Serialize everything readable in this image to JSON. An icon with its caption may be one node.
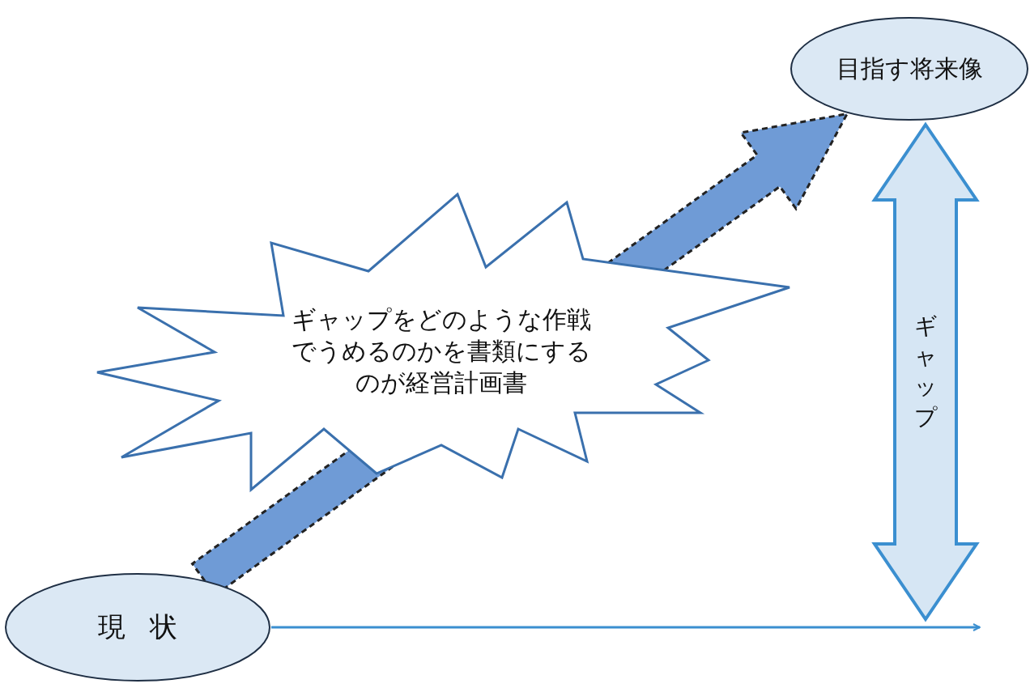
{
  "diagram": {
    "nodes": [
      {
        "text": [
          "現状"
        ]
      },
      {
        "text": [
          "目指す将来像"
        ]
      },
      {
        "text": [
          "ギャップをどのような作戦でうめるのかを書類にするのが経営計画書"
        ]
      },
      {
        "text": [
          "ギャップ"
        ]
      }
    ],
    "edges": [
      {
        "from": 0,
        "to": 1,
        "arrow": "to",
        "style": "dashed"
      },
      {
        "from": 0,
        "to": null,
        "arrow": "to"
      }
    ]
  }
}
